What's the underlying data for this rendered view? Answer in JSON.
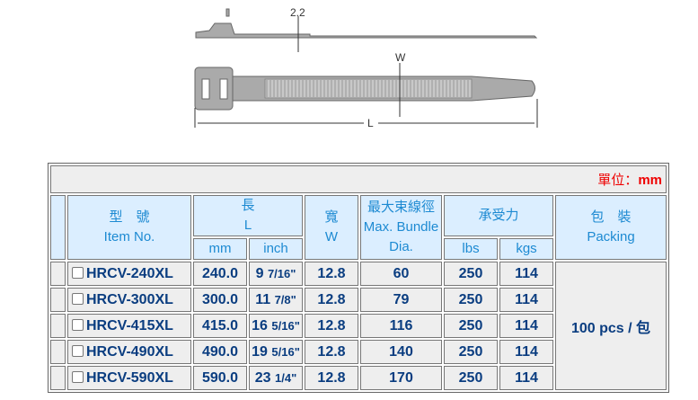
{
  "drawing": {
    "thickness_label": "2.2",
    "width_label": "W",
    "length_label": "L"
  },
  "table": {
    "unit_label": "單位：",
    "unit_value": "mm",
    "headers": {
      "item_zh": "型　號",
      "item_en": "Item No.",
      "length_zh": "長",
      "length_en": "L",
      "mm": "mm",
      "inch": "inch",
      "width_zh": "寬",
      "width_en": "W",
      "bundle_zh": "最大束線徑",
      "bundle_en1": "Max. Bundle",
      "bundle_en2": "Dia.",
      "tensile_zh": "承受力",
      "lbs": "lbs",
      "kgs": "kgs",
      "packing_zh": "包　裝",
      "packing_en": "Packing"
    },
    "rows": [
      {
        "item": "HRCV-240XL",
        "mm": "240.0",
        "inch_whole": "9",
        "inch_frac": "7/16\"",
        "w": "12.8",
        "dia": "60",
        "lbs": "250",
        "kgs": "114"
      },
      {
        "item": "HRCV-300XL",
        "mm": "300.0",
        "inch_whole": "11",
        "inch_frac": "7/8\"",
        "w": "12.8",
        "dia": "79",
        "lbs": "250",
        "kgs": "114"
      },
      {
        "item": "HRCV-415XL",
        "mm": "415.0",
        "inch_whole": "16",
        "inch_frac": "5/16\"",
        "w": "12.8",
        "dia": "116",
        "lbs": "250",
        "kgs": "114"
      },
      {
        "item": "HRCV-490XL",
        "mm": "490.0",
        "inch_whole": "19",
        "inch_frac": "5/16\"",
        "w": "12.8",
        "dia": "140",
        "lbs": "250",
        "kgs": "114"
      },
      {
        "item": "HRCV-590XL",
        "mm": "590.0",
        "inch_whole": "23",
        "inch_frac": "1/4\"",
        "w": "12.8",
        "dia": "170",
        "lbs": "250",
        "kgs": "114"
      }
    ],
    "packing": "100 pcs / 包"
  }
}
